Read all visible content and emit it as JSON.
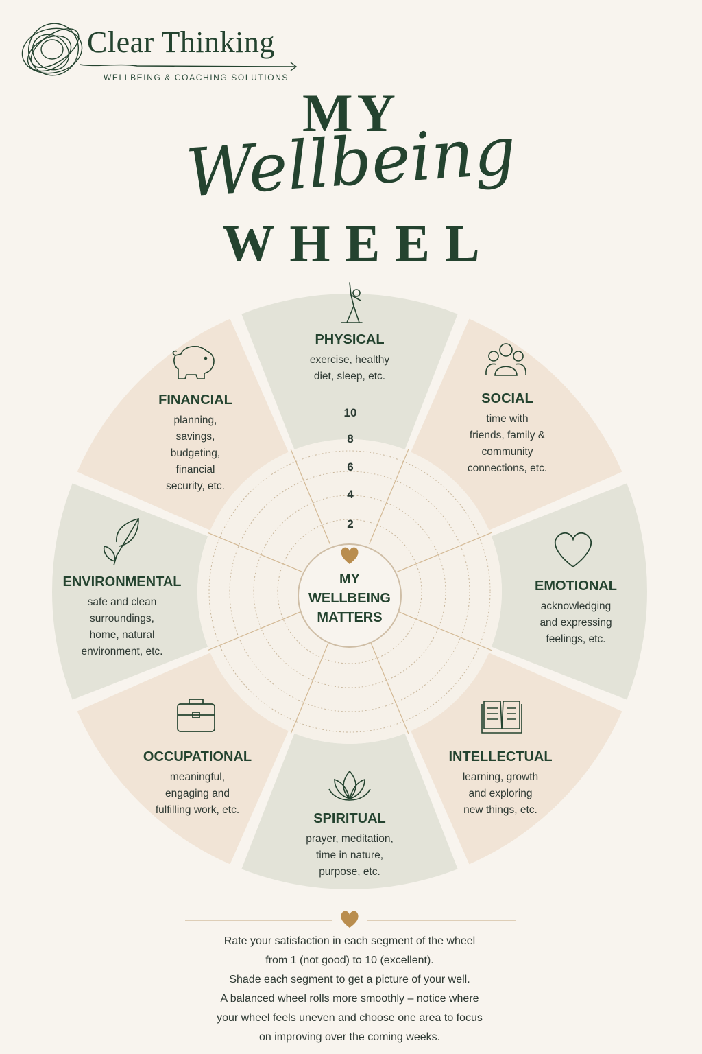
{
  "brand": {
    "name": "Clear Thinking",
    "tagline": "WELLBEING & COACHING SOLUTIONS",
    "logo_icon": "scribble-circle-icon"
  },
  "title": {
    "top": "MY",
    "script": "Wellbeing",
    "bottom": "WHEEL"
  },
  "colors": {
    "green": "#24432f",
    "sage": "#e3e3d8",
    "peach": "#f1e4d6",
    "gold": "#b98d4e",
    "background": "#f8f4ee"
  },
  "scale": [
    "10",
    "8",
    "6",
    "4",
    "2"
  ],
  "center": {
    "icon": "heart-icon",
    "line1": "MY",
    "line2": "WELLBEING",
    "line3": "MATTERS"
  },
  "segments": [
    {
      "title": "PHYSICAL",
      "desc": [
        "exercise, healthy",
        "diet, sleep, etc."
      ],
      "icon": "stretching-person-icon"
    },
    {
      "title": "SOCIAL",
      "desc": [
        "time with",
        "friends, family &",
        "community",
        "connections, etc."
      ],
      "icon": "group-of-people-icon"
    },
    {
      "title": "EMOTIONAL",
      "desc": [
        "acknowledging",
        "and expressing",
        "feelings, etc."
      ],
      "icon": "heart-outline-icon"
    },
    {
      "title": "INTELLECTUAL",
      "desc": [
        "learning, growth",
        "and exploring",
        "new things, etc."
      ],
      "icon": "open-book-icon"
    },
    {
      "title": "SPIRITUAL",
      "desc": [
        "prayer, meditation,",
        "time in nature,",
        "purpose, etc."
      ],
      "icon": "lotus-icon"
    },
    {
      "title": "OCCUPATIONAL",
      "desc": [
        "meaningful,",
        "engaging and",
        "fulfilling work, etc."
      ],
      "icon": "briefcase-icon"
    },
    {
      "title": "ENVIRONMENTAL",
      "desc": [
        "safe and clean",
        "surroundings,",
        "home, natural",
        "environment, etc."
      ],
      "icon": "leaf-icon"
    },
    {
      "title": "FINANCIAL",
      "desc": [
        "planning,",
        "savings,",
        "budgeting,",
        "financial",
        "security, etc."
      ],
      "icon": "piggy-bank-icon"
    }
  ],
  "divider_icon": "heart-icon",
  "instructions": [
    "Rate your satisfaction in each segment of the wheel",
    "from 1 (not good) to 10 (excellent).",
    "Shade each segment to get a picture of your well.",
    "A balanced wheel rolls more smoothly – notice where",
    "your wheel feels uneven and choose one area to focus",
    "on improving over the coming weeks."
  ]
}
